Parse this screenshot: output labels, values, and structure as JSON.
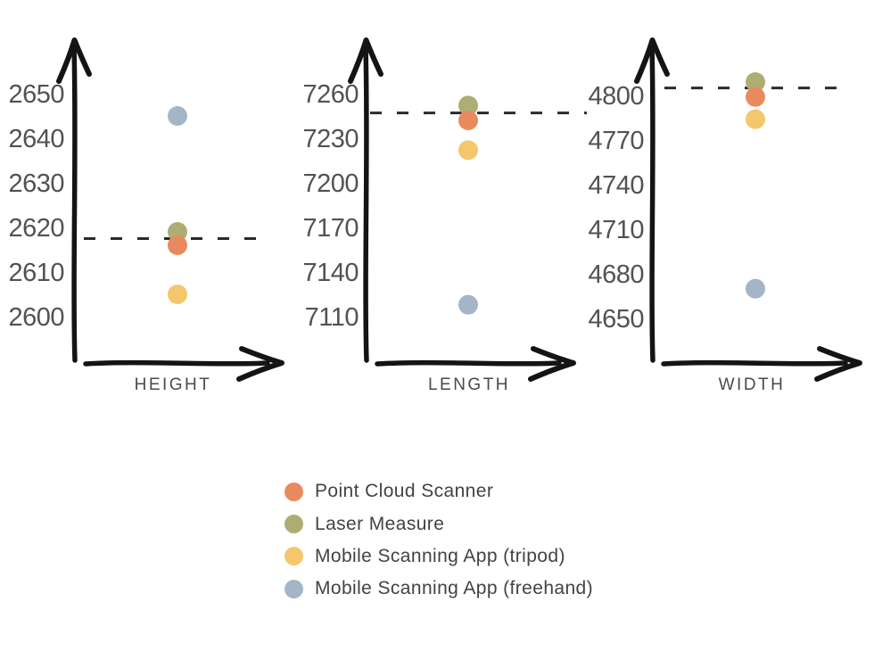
{
  "colors": {
    "point_cloud_scanner": "#E98A5E",
    "laser_measure": "#ADAE73",
    "mobile_tripod": "#F4C76D",
    "mobile_freehand": "#A3B6C8",
    "axis": "#141414",
    "text": "#4f4f4f",
    "reference_line": "#2a2a2a"
  },
  "legend": {
    "items": [
      {
        "label": "Point Cloud Scanner",
        "color_key": "point_cloud_scanner"
      },
      {
        "label": "Laser Measure",
        "color_key": "laser_measure"
      },
      {
        "label": "Mobile Scanning App (tripod)",
        "color_key": "mobile_tripod"
      },
      {
        "label": "Mobile Scanning App (freehand)",
        "color_key": "mobile_freehand"
      }
    ]
  },
  "chart_data": [
    {
      "type": "scatter",
      "title": "HEIGHT",
      "xlabel": "HEIGHT",
      "ylabel": "",
      "ticks": [
        2600,
        2610,
        2620,
        2630,
        2640,
        2650
      ],
      "ylim": [
        2595,
        2655
      ],
      "grid": false,
      "reference_line": 2617.5,
      "series": [
        {
          "name": "Point Cloud Scanner",
          "color_key": "point_cloud_scanner",
          "value": 2616
        },
        {
          "name": "Laser Measure",
          "color_key": "laser_measure",
          "value": 2619
        },
        {
          "name": "Mobile Scanning App (tripod)",
          "color_key": "mobile_tripod",
          "value": 2605
        },
        {
          "name": "Mobile Scanning App (freehand)",
          "color_key": "mobile_freehand",
          "value": 2645
        }
      ]
    },
    {
      "type": "scatter",
      "title": "LENGTH",
      "xlabel": "LENGTH",
      "ylabel": "",
      "ticks": [
        7110,
        7140,
        7170,
        7200,
        7230,
        7260
      ],
      "ylim": [
        7095,
        7275
      ],
      "grid": false,
      "reference_line": 7247,
      "series": [
        {
          "name": "Point Cloud Scanner",
          "color_key": "point_cloud_scanner",
          "value": 7242
        },
        {
          "name": "Laser Measure",
          "color_key": "laser_measure",
          "value": 7252
        },
        {
          "name": "Mobile Scanning App (tripod)",
          "color_key": "mobile_tripod",
          "value": 7222
        },
        {
          "name": "Mobile Scanning App (freehand)",
          "color_key": "mobile_freehand",
          "value": 7118
        }
      ]
    },
    {
      "type": "scatter",
      "title": "WIDTH",
      "xlabel": "WIDTH",
      "ylabel": "",
      "ticks": [
        4650,
        4680,
        4710,
        4740,
        4770,
        4800
      ],
      "ylim": [
        4635,
        4815
      ],
      "grid": false,
      "reference_line": 4805,
      "series": [
        {
          "name": "Point Cloud Scanner",
          "color_key": "point_cloud_scanner",
          "value": 4799
        },
        {
          "name": "Laser Measure",
          "color_key": "laser_measure",
          "value": 4809
        },
        {
          "name": "Mobile Scanning App (tripod)",
          "color_key": "mobile_tripod",
          "value": 4784
        },
        {
          "name": "Mobile Scanning App (freehand)",
          "color_key": "mobile_freehand",
          "value": 4670
        }
      ]
    }
  ]
}
